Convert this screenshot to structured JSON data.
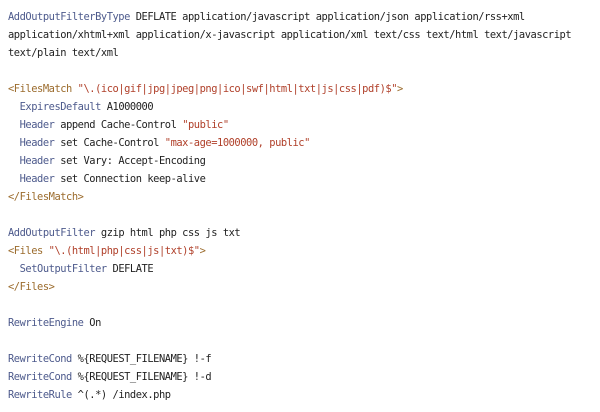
{
  "lines": [
    {
      "t": [
        [
          "kw",
          "AddOutputFilterByType"
        ],
        [
          "plain",
          " DEFLATE application/javascript application/json application/rss+xml"
        ]
      ]
    },
    {
      "t": [
        [
          "plain",
          "application/xhtml+xml application/x-javascript application/xml text/css text/html text/javascript"
        ]
      ]
    },
    {
      "t": [
        [
          "plain",
          "text/plain text/xml"
        ]
      ]
    },
    {
      "t": []
    },
    {
      "t": [
        [
          "tag",
          "<FilesMatch"
        ],
        [
          "str",
          " \"\\.(ico|gif|jpg|jpeg|png|ico|swf|html|txt|js|css|pdf)$\""
        ],
        [
          "tag",
          ">"
        ]
      ]
    },
    {
      "t": [
        [
          "kw",
          "  ExpiresDefault"
        ],
        [
          "plain",
          " A1000000"
        ]
      ]
    },
    {
      "t": [
        [
          "kw",
          "  Header"
        ],
        [
          "plain",
          " append Cache-Control "
        ],
        [
          "str",
          "\"public\""
        ]
      ]
    },
    {
      "t": [
        [
          "kw",
          "  Header"
        ],
        [
          "plain",
          " set Cache-Control "
        ],
        [
          "str",
          "\"max-age=1000000, public\""
        ]
      ]
    },
    {
      "t": [
        [
          "kw",
          "  Header"
        ],
        [
          "plain",
          " set Vary: Accept-Encoding"
        ]
      ]
    },
    {
      "t": [
        [
          "kw",
          "  Header"
        ],
        [
          "plain",
          " set Connection keep-alive"
        ]
      ]
    },
    {
      "t": [
        [
          "tag",
          "</FilesMatch>"
        ]
      ]
    },
    {
      "t": []
    },
    {
      "t": [
        [
          "kw",
          "AddOutputFilter"
        ],
        [
          "plain",
          " gzip html php css js txt"
        ]
      ]
    },
    {
      "t": [
        [
          "tag",
          "<Files"
        ],
        [
          "str",
          " \"\\.(html|php|css|js|txt)$\""
        ],
        [
          "tag",
          ">"
        ]
      ]
    },
    {
      "t": [
        [
          "kw",
          "  SetOutputFilter"
        ],
        [
          "plain",
          " DEFLATE"
        ]
      ]
    },
    {
      "t": [
        [
          "tag",
          "</Files>"
        ]
      ]
    },
    {
      "t": []
    },
    {
      "t": [
        [
          "kw",
          "RewriteEngine"
        ],
        [
          "plain",
          " On"
        ]
      ]
    },
    {
      "t": []
    },
    {
      "t": [
        [
          "kw",
          "RewriteCond"
        ],
        [
          "plain",
          " %{REQUEST_FILENAME} !-f"
        ]
      ]
    },
    {
      "t": [
        [
          "kw",
          "RewriteCond"
        ],
        [
          "plain",
          " %{REQUEST_FILENAME} !-d"
        ]
      ]
    },
    {
      "t": [
        [
          "kw",
          "RewriteRule"
        ],
        [
          "plain",
          " ^(.*) /index.php"
        ]
      ]
    }
  ],
  "colors": {
    "directive": "#4d5a8c",
    "tag": "#9b6b2c",
    "string": "#b0402a",
    "text": "#222222",
    "background": "#ffffff"
  }
}
